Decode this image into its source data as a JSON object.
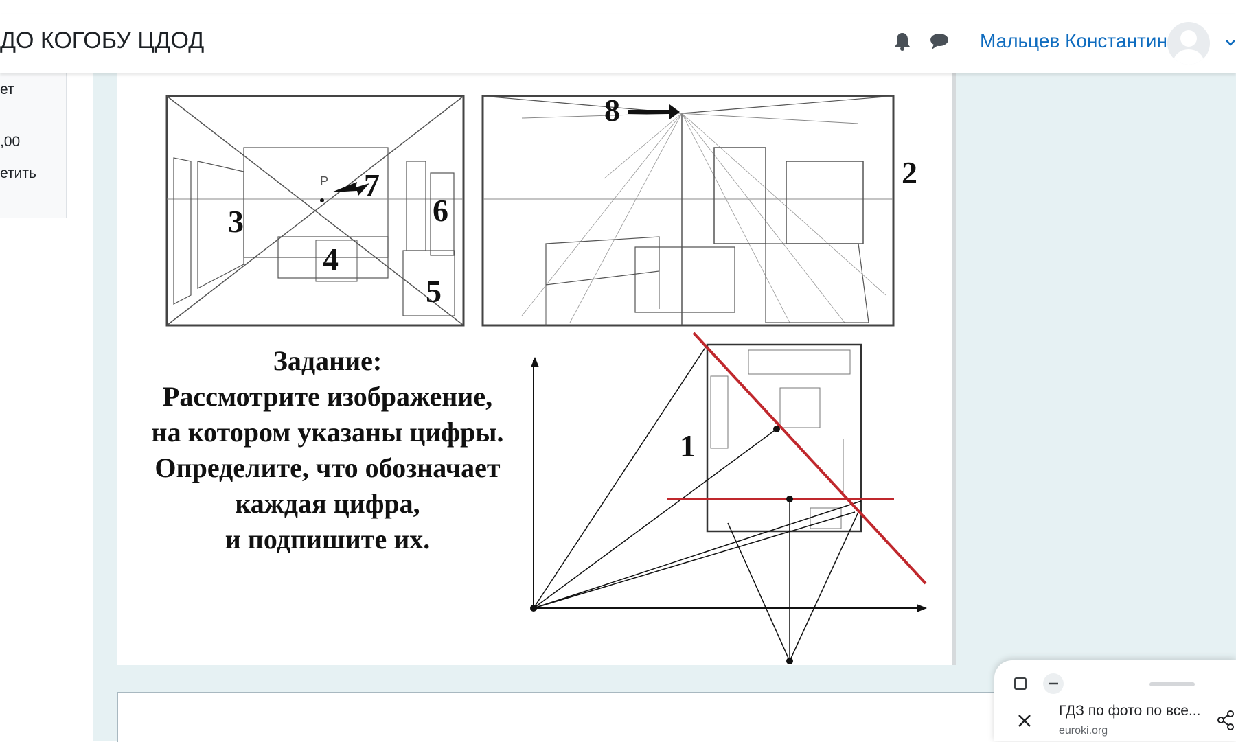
{
  "header": {
    "site_title": "ДО КОГОБУ ЦДОД",
    "user_name": "Мальцев Константин",
    "icons": [
      "bell-icon",
      "chat-icon",
      "avatar",
      "caret-down-icon"
    ]
  },
  "left_panel": {
    "fragments": [
      "ет",
      ",00",
      "етить"
    ]
  },
  "figure": {
    "labels": [
      "1",
      "2",
      "3",
      "4",
      "5",
      "6",
      "7",
      "8"
    ],
    "small_letter": "Р",
    "task_lines": [
      "Задание:",
      "Рассмотрите изображение,",
      "на котором указаны цифры.",
      "Определите, что обозначает",
      "каждая цифра,",
      "и подпишите их."
    ],
    "accent_color": "#c0282d"
  },
  "popup": {
    "title": "ГДЗ по фото по все...",
    "domain": "euroki.org",
    "icons": [
      "square-icon",
      "minus-icon",
      "drag-handle",
      "close-icon",
      "share-icon"
    ]
  }
}
